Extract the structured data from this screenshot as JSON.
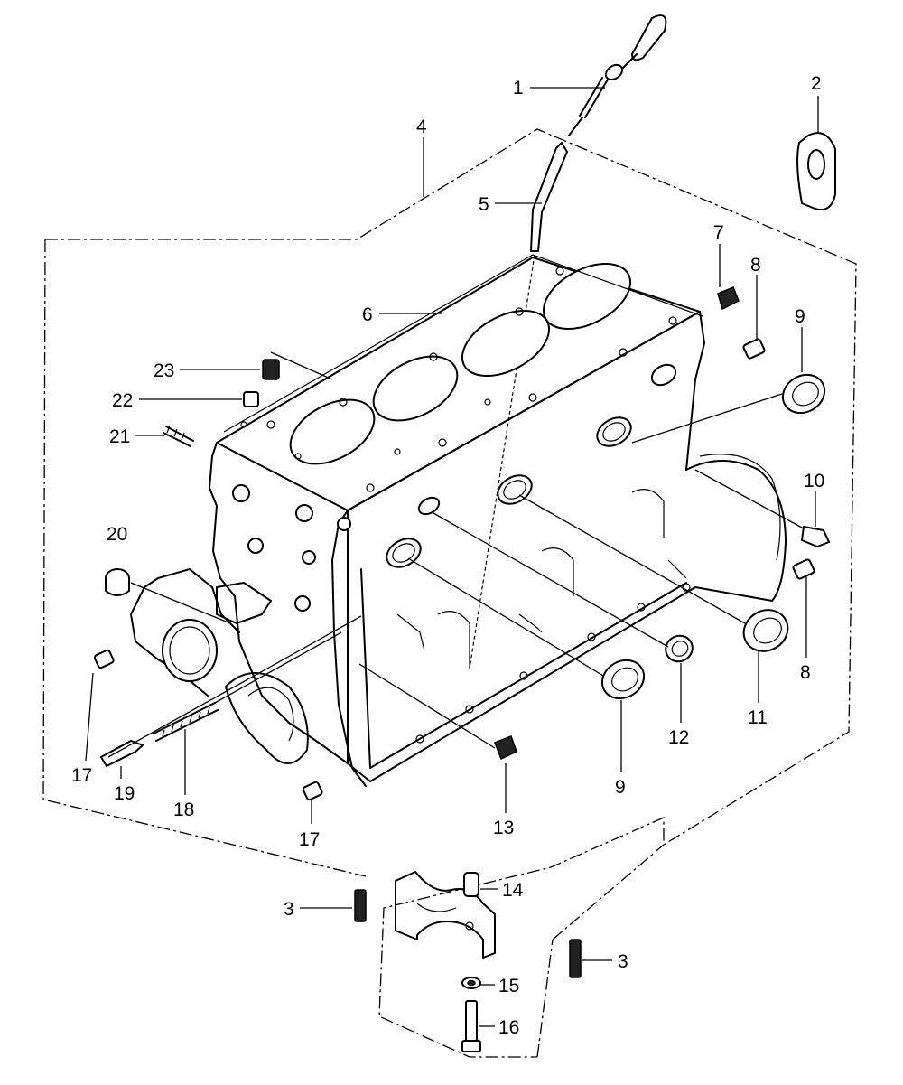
{
  "diagram": {
    "callouts": {
      "c1": "1",
      "c2": "2",
      "c3a": "3",
      "c3b": "3",
      "c4": "4",
      "c5": "5",
      "c6": "6",
      "c7": "7",
      "c8a": "8",
      "c8b": "8",
      "c9a": "9",
      "c9b": "9",
      "c10": "10",
      "c11": "11",
      "c12": "12",
      "c13": "13",
      "c14": "14",
      "c15": "15",
      "c16": "16",
      "c17a": "17",
      "c17b": "17",
      "c18": "18",
      "c19": "19",
      "c20": "20",
      "c21": "21",
      "c22": "22",
      "c23": "23"
    }
  }
}
